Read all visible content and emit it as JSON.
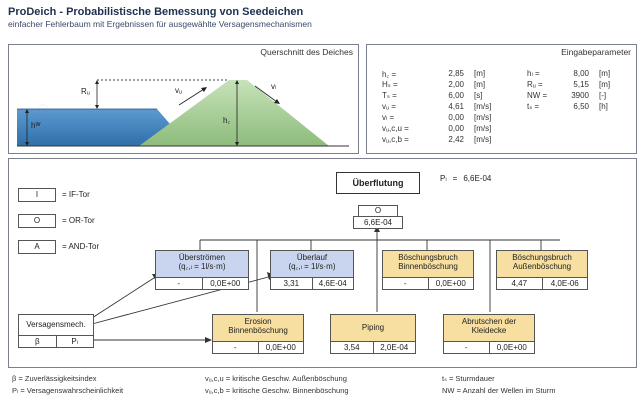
{
  "header": {
    "title": "ProDeich - Probabilistische Bemessung von Seedeichen",
    "subtitle": "einfacher Fehlerbaum mit Ergebnissen für ausgewählte Versagensmechanismen"
  },
  "cross_section": {
    "title": "Querschnitt des Deiches",
    "labels": {
      "ru": "Rᵤ",
      "vu": "vᵤ",
      "vl": "vₗ",
      "hc": "h꜀",
      "hw": "hᵂ"
    }
  },
  "parameters": {
    "title": "Eingabeparameter",
    "left": [
      {
        "name": "h꜀ =",
        "value": "2,85",
        "unit": "[m]"
      },
      {
        "name": "Hₛ =",
        "value": "2,00",
        "unit": "[m]"
      },
      {
        "name": "Tₛ =",
        "value": "6,00",
        "unit": "[s]"
      },
      {
        "name": "vᵤ =",
        "value": "4,61",
        "unit": "[m/s]"
      },
      {
        "name": "vₗ =",
        "value": "0,00",
        "unit": "[m/s]"
      },
      {
        "name": "vᵤ,c,u =",
        "value": "0,00",
        "unit": "[m/s]"
      },
      {
        "name": "vᵤ,c,b =",
        "value": "2,42",
        "unit": "[m/s]"
      }
    ],
    "right": [
      {
        "name": "hₗ =",
        "value": "8,00",
        "unit": "[m]"
      },
      {
        "name": "Rᵤ =",
        "value": "5,15",
        "unit": "[m]"
      },
      {
        "name": "NW =",
        "value": "3900",
        "unit": "[-]"
      },
      {
        "name": "tₛ =",
        "value": "6,50",
        "unit": "[h]"
      }
    ]
  },
  "legend": [
    {
      "symbol": "I",
      "label": "= IF-Tor"
    },
    {
      "symbol": "O",
      "label": "= OR-Tor"
    },
    {
      "symbol": "A",
      "label": "= AND-Tor"
    }
  ],
  "top": {
    "label": "Überflutung",
    "pf_label": "Pₗ",
    "pf_eq": "=",
    "pf_value": "6,6E-04",
    "gate": "O",
    "gate_value": "6,6E-04"
  },
  "mechanisms": {
    "ueberstroemen": {
      "line1": "Überströmen",
      "line2": "(q꜀,ₗ = 1l/s·m)",
      "beta": "-",
      "pf": "0,0E+00"
    },
    "ueberlauf": {
      "line1": "Überlauf",
      "line2": "(q꜀,ₗ = 1l/s·m)",
      "beta": "3,31",
      "pf": "4,6E-04"
    },
    "boeschungsbruch_innen": {
      "line1": "Böschungsbruch",
      "line2": "Binnenböschung",
      "beta": "-",
      "pf": "0,0E+00"
    },
    "boeschungsbruch_aussen": {
      "line1": "Böschungsbruch",
      "line2": "Außenböschung",
      "beta": "4,47",
      "pf": "4,0E-06"
    },
    "erosion": {
      "line1": "Erosion",
      "line2": "Binnenböschung",
      "beta": "-",
      "pf": "0,0E+00"
    },
    "piping": {
      "line1": "Piping",
      "beta": "3,54",
      "pf": "2,0E-04"
    },
    "abrutschen": {
      "line1": "Abrutschen der",
      "line2": "Kleidecke",
      "beta": "-",
      "pf": "0,0E+00"
    }
  },
  "versagensmech": {
    "label": "Versagensmech.",
    "beta": "β",
    "pf": "Pₗ"
  },
  "footer": {
    "c1a": "β = Zuverlässigkeitsindex",
    "c1b": "Pₗ = Versagenswahrscheinlichkeit",
    "c2a": "vᵤ,c,u = kritische Geschw. Außenböschung",
    "c2b": "vᵤ,c,b = kritische Geschw. Binnenböschung",
    "c3a": "tₛ = Sturmdauer",
    "c3b": "NW = Anzahl der Wellen im Sturm"
  },
  "colors": {
    "mech_blue": "#c9d5ee",
    "mech_yellow": "#f6dfa0",
    "water": "#4f8fc9",
    "dike": "#9ec98e"
  }
}
